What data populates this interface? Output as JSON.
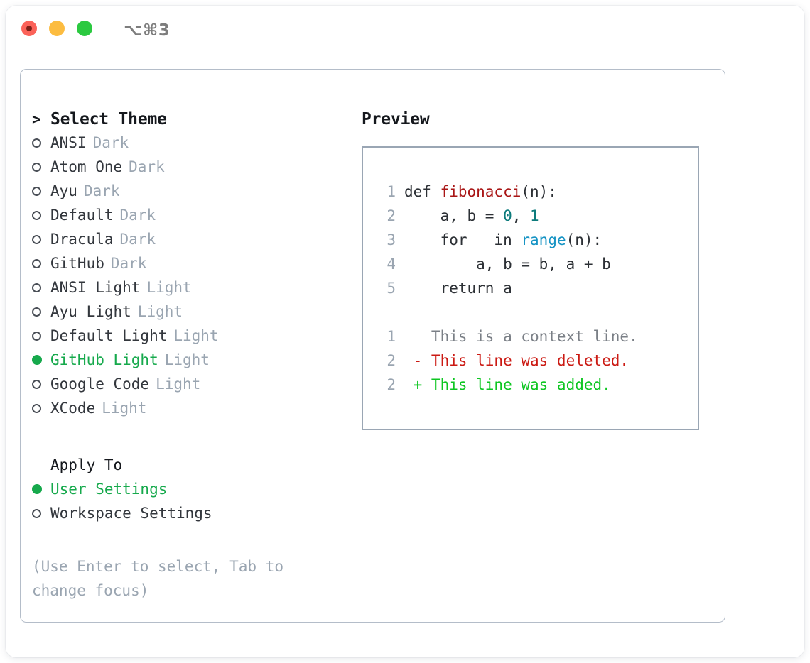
{
  "titlebar": {
    "shortcut": "⌥⌘3",
    "buttons": [
      {
        "name": "close",
        "color": "#fb6259"
      },
      {
        "name": "minimize",
        "color": "#fcbc40"
      },
      {
        "name": "zoom",
        "color": "#2bc940"
      }
    ]
  },
  "theme_picker": {
    "prompt": ">",
    "title": "Select Theme",
    "marker_selected": "●",
    "marker_unselected": "○",
    "selected_color": "#16a94c",
    "items": [
      {
        "marker": "○",
        "name": "ANSI",
        "tag": "Dark",
        "selected": false
      },
      {
        "marker": "○",
        "name": "Atom One",
        "tag": "Dark",
        "selected": false
      },
      {
        "marker": "○",
        "name": "Ayu",
        "tag": "Dark",
        "selected": false
      },
      {
        "marker": "○",
        "name": "Default",
        "tag": "Dark",
        "selected": false
      },
      {
        "marker": "○",
        "name": "Dracula",
        "tag": "Dark",
        "selected": false
      },
      {
        "marker": "○",
        "name": "GitHub",
        "tag": "Dark",
        "selected": false
      },
      {
        "marker": "○",
        "name": "ANSI Light",
        "tag": "Light",
        "selected": false
      },
      {
        "marker": "○",
        "name": "Ayu Light",
        "tag": "Light",
        "selected": false
      },
      {
        "marker": "○",
        "name": "Default Light",
        "tag": "Light",
        "selected": false
      },
      {
        "marker": "●",
        "name": "GitHub Light",
        "tag": "Light",
        "selected": true
      },
      {
        "marker": "○",
        "name": "Google Code",
        "tag": "Light",
        "selected": false
      },
      {
        "marker": "○",
        "name": "XCode",
        "tag": "Light",
        "selected": false
      }
    ]
  },
  "apply_to": {
    "title": "Apply To",
    "items": [
      {
        "marker": "●",
        "label": "User Settings",
        "selected": true
      },
      {
        "marker": "○",
        "label": "Workspace Settings",
        "selected": false
      }
    ]
  },
  "hint": "(Use Enter to select, Tab to change focus)",
  "preview": {
    "title": "Preview",
    "code_lines": [
      {
        "lineno": "1",
        "tokens": [
          {
            "text": "def ",
            "type": "plain"
          },
          {
            "text": "fibonacci",
            "type": "fn"
          },
          {
            "text": "(n):",
            "type": "plain"
          }
        ]
      },
      {
        "lineno": "2",
        "tokens": [
          {
            "text": "    a, b = ",
            "type": "plain"
          },
          {
            "text": "0",
            "type": "num"
          },
          {
            "text": ", ",
            "type": "plain"
          },
          {
            "text": "1",
            "type": "num"
          }
        ]
      },
      {
        "lineno": "3",
        "tokens": [
          {
            "text": "    for _ in ",
            "type": "plain"
          },
          {
            "text": "range",
            "type": "kwfn"
          },
          {
            "text": "(n):",
            "type": "plain"
          }
        ]
      },
      {
        "lineno": "4",
        "tokens": [
          {
            "text": "        a, b = b, a + b",
            "type": "plain"
          }
        ]
      },
      {
        "lineno": "5",
        "tokens": [
          {
            "text": "    return a",
            "type": "plain"
          }
        ]
      }
    ],
    "diff_lines": [
      {
        "lineno": "1",
        "tokens": [
          {
            "text": "   This is a context line.",
            "type": "ctx"
          }
        ]
      },
      {
        "lineno": "2",
        "tokens": [
          {
            "text": " - This line was deleted.",
            "type": "del"
          }
        ]
      },
      {
        "lineno": "2",
        "tokens": [
          {
            "text": " + This line was added.",
            "type": "add"
          }
        ]
      }
    ]
  }
}
